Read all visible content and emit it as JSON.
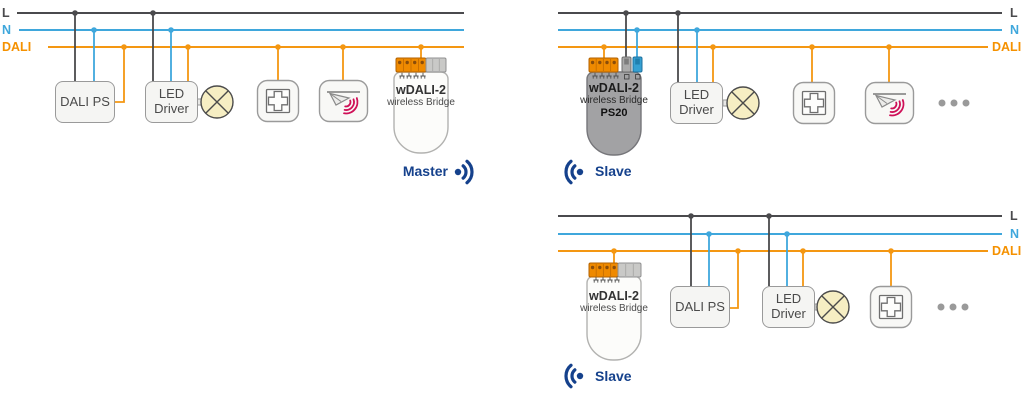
{
  "bus": {
    "l_label": "L",
    "n_label": "N",
    "dali_label": "DALI"
  },
  "sections": {
    "master": {
      "role_label": "Master",
      "dali_ps_label": "DALI PS",
      "led_driver_label": "LED Driver",
      "bridge_title": "wDALI-2",
      "bridge_subtitle": "wireless Bridge"
    },
    "slave_top": {
      "role_label": "Slave",
      "led_driver_label": "LED Driver",
      "bridge_title": "wDALI-2",
      "bridge_subtitle": "wireless Bridge",
      "bridge_variant": "PS20"
    },
    "slave_bottom": {
      "role_label": "Slave",
      "dali_ps_label": "DALI PS",
      "led_driver_label": "LED Driver",
      "bridge_title": "wDALI-2",
      "bridge_subtitle": "wireless Bridge"
    }
  },
  "icons": {
    "lamp-icon": "circle-with-diagonal-cross",
    "pushbutton-icon": "rounded-square-with-plus",
    "presence-sensor-icon": "ceiling-sensor-with-red-waves",
    "wireless-signal-icon": "dot-with-two-arcs",
    "ellipsis-icon": "three-gray-dots",
    "terminal-block-icon": "orange-screw-terminals"
  },
  "colors": {
    "l_line": "#4a4a4d",
    "n_line": "#3fa7dc",
    "dali_line": "#f49712",
    "dali_label": "#f59100",
    "navy": "#15418c",
    "sensor_wave": "#cf0f57",
    "lamp_fill": "#f6eec3",
    "terminal_orange": "#ef8a00",
    "device_gray": "#a2a2a4",
    "box_border": "#9a9a9a"
  }
}
